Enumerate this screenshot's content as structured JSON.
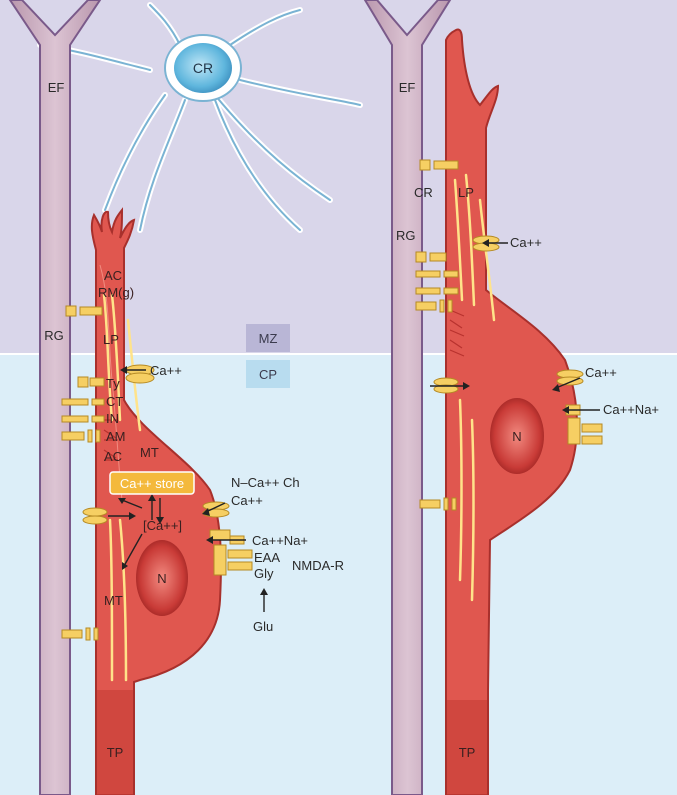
{
  "zones": {
    "mz": "MZ",
    "cp": "CP"
  },
  "cells": {
    "cajal_retzius": "CR"
  },
  "left_panel": {
    "ef": "EF",
    "rg": "RG",
    "ac_top": "AC",
    "rmg": "RM(g)",
    "lp": "LP",
    "ca_lp": "Ca++",
    "ty": "Ty",
    "ct": "CT",
    "in": "IN",
    "am": "AM",
    "ac_low": "AC",
    "mt_upper": "MT",
    "ca_store": "Ca++ store",
    "ca_internal": "[Ca++]",
    "n_ca_ch": "N–Ca++ Ch",
    "ca_channel": "Ca++",
    "ca_na": "Ca++Na+",
    "eaa": "EAA",
    "gly": "Gly",
    "nmda_r": "NMDA-R",
    "glu": "Glu",
    "nucleus": "N",
    "mt_lower": "MT",
    "tp": "TP"
  },
  "right_panel": {
    "ef": "EF",
    "cr": "CR",
    "lp": "LP",
    "rg": "RG",
    "ca_lp": "Ca++",
    "ca_body": "Ca++",
    "ca_na": "Ca++Na+",
    "nucleus": "N",
    "tp": "TP"
  },
  "colors": {
    "mz_background": "#d9d6ea",
    "cp_background": "#dceef8",
    "radial_glia": "#cdb0c3",
    "glia_outline": "#7a5a8a",
    "neuron": "#e0574f",
    "neuron_dark": "#b8322e",
    "microtubule": "#ffe38a",
    "receptor": "#f6cf63",
    "cr_cell": "#5fb6dd",
    "ca_store_box": "#f4b93c"
  }
}
